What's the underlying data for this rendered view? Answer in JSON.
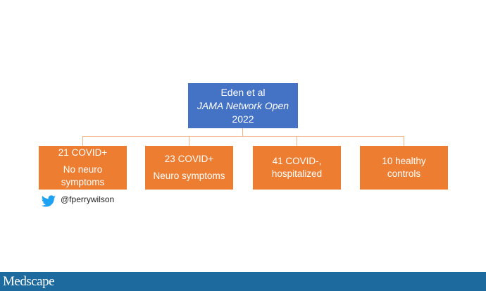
{
  "root": {
    "line1": "Eden et al",
    "line2": "JAMA Network Open",
    "line3": "2022"
  },
  "children": [
    {
      "line1": "21 COVID+",
      "line2": "No neuro",
      "line3": "symptoms"
    },
    {
      "line1": "23 COVID+",
      "line2": "Neuro symptoms"
    },
    {
      "line1": "41 COVID-,",
      "line2": "hospitalized"
    },
    {
      "line1": "10 healthy",
      "line2": "controls"
    }
  ],
  "social": {
    "handle": "@fperrywilson",
    "icon": "twitter-bird-icon"
  },
  "footer": {
    "brand": "Medscape"
  },
  "colors": {
    "root": "#4472c4",
    "child": "#ed7d31",
    "connector": "#f4b183",
    "footer": "#1c6a9e"
  }
}
